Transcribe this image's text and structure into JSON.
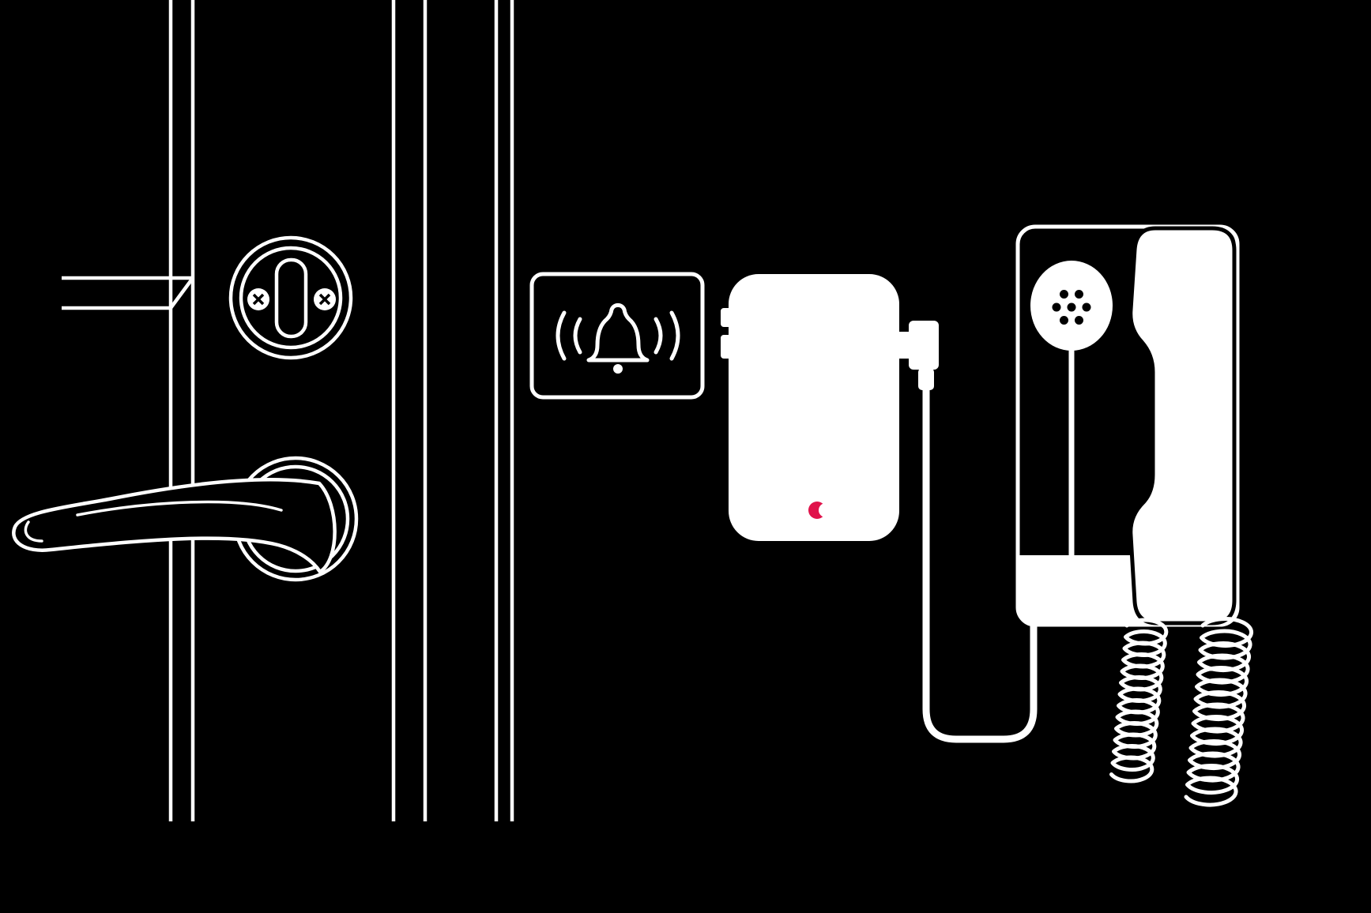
{
  "scene": {
    "background_color": "#000000",
    "line_color": "#ffffff",
    "accent_color": "#e0134b",
    "description": "Black and white line illustration: a door with a lever handle and cylinder lock next to a wall carrying a doorbell push button, a white doorbell signal adapter with a red brand mark, and a corded wall intercom phone connected to the adapter by a cable"
  },
  "door": {
    "label": "front-door",
    "parts": [
      "door-leaf",
      "panel-moulding",
      "door-edge",
      "door-frame",
      "cylinder-lock",
      "lever-handle"
    ]
  },
  "doorbell": {
    "label": "doorbell-button",
    "icon": "ringing-bell-icon"
  },
  "adapter": {
    "label": "doorbell-signal-adapter",
    "brand_mark_color": "#e0134b",
    "parts": [
      "side-buttons",
      "audio-plug"
    ]
  },
  "cable": {
    "label": "adapter-to-phone-cable"
  },
  "intercom": {
    "label": "wall-intercom-phone",
    "parts": [
      "speaker-grille",
      "handset",
      "coiled-handset-cord",
      "coiled-wall-cord"
    ]
  }
}
